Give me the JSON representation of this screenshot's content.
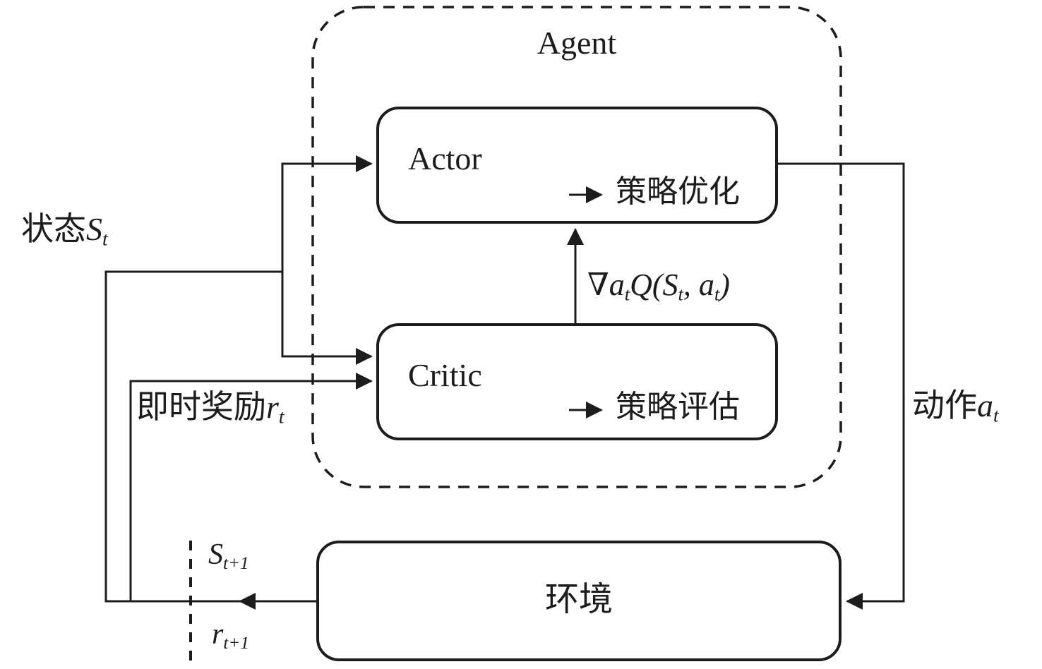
{
  "diagram": {
    "agent": "Agent",
    "actor": "Actor",
    "critic": "Critic",
    "environment": "环境",
    "policy_optimization": "策略优化",
    "policy_evaluation": "策略评估",
    "state": {
      "prefix": "状态",
      "symbol": "S",
      "sub": "t"
    },
    "reward": {
      "prefix": "即时奖励",
      "symbol": "r",
      "sub": "t"
    },
    "action": {
      "prefix": "动作",
      "symbol": "a",
      "sub": "t"
    },
    "next_state": {
      "symbol": "S",
      "sub": "t+1"
    },
    "next_reward": {
      "symbol": "r",
      "sub": "t+1"
    },
    "gradient": {
      "nabla": "∇",
      "a1": "a",
      "sub1": "t",
      "q": "Q(S",
      "sub2": "t",
      "mid": ", a",
      "sub3": "t",
      "close": ")"
    }
  }
}
